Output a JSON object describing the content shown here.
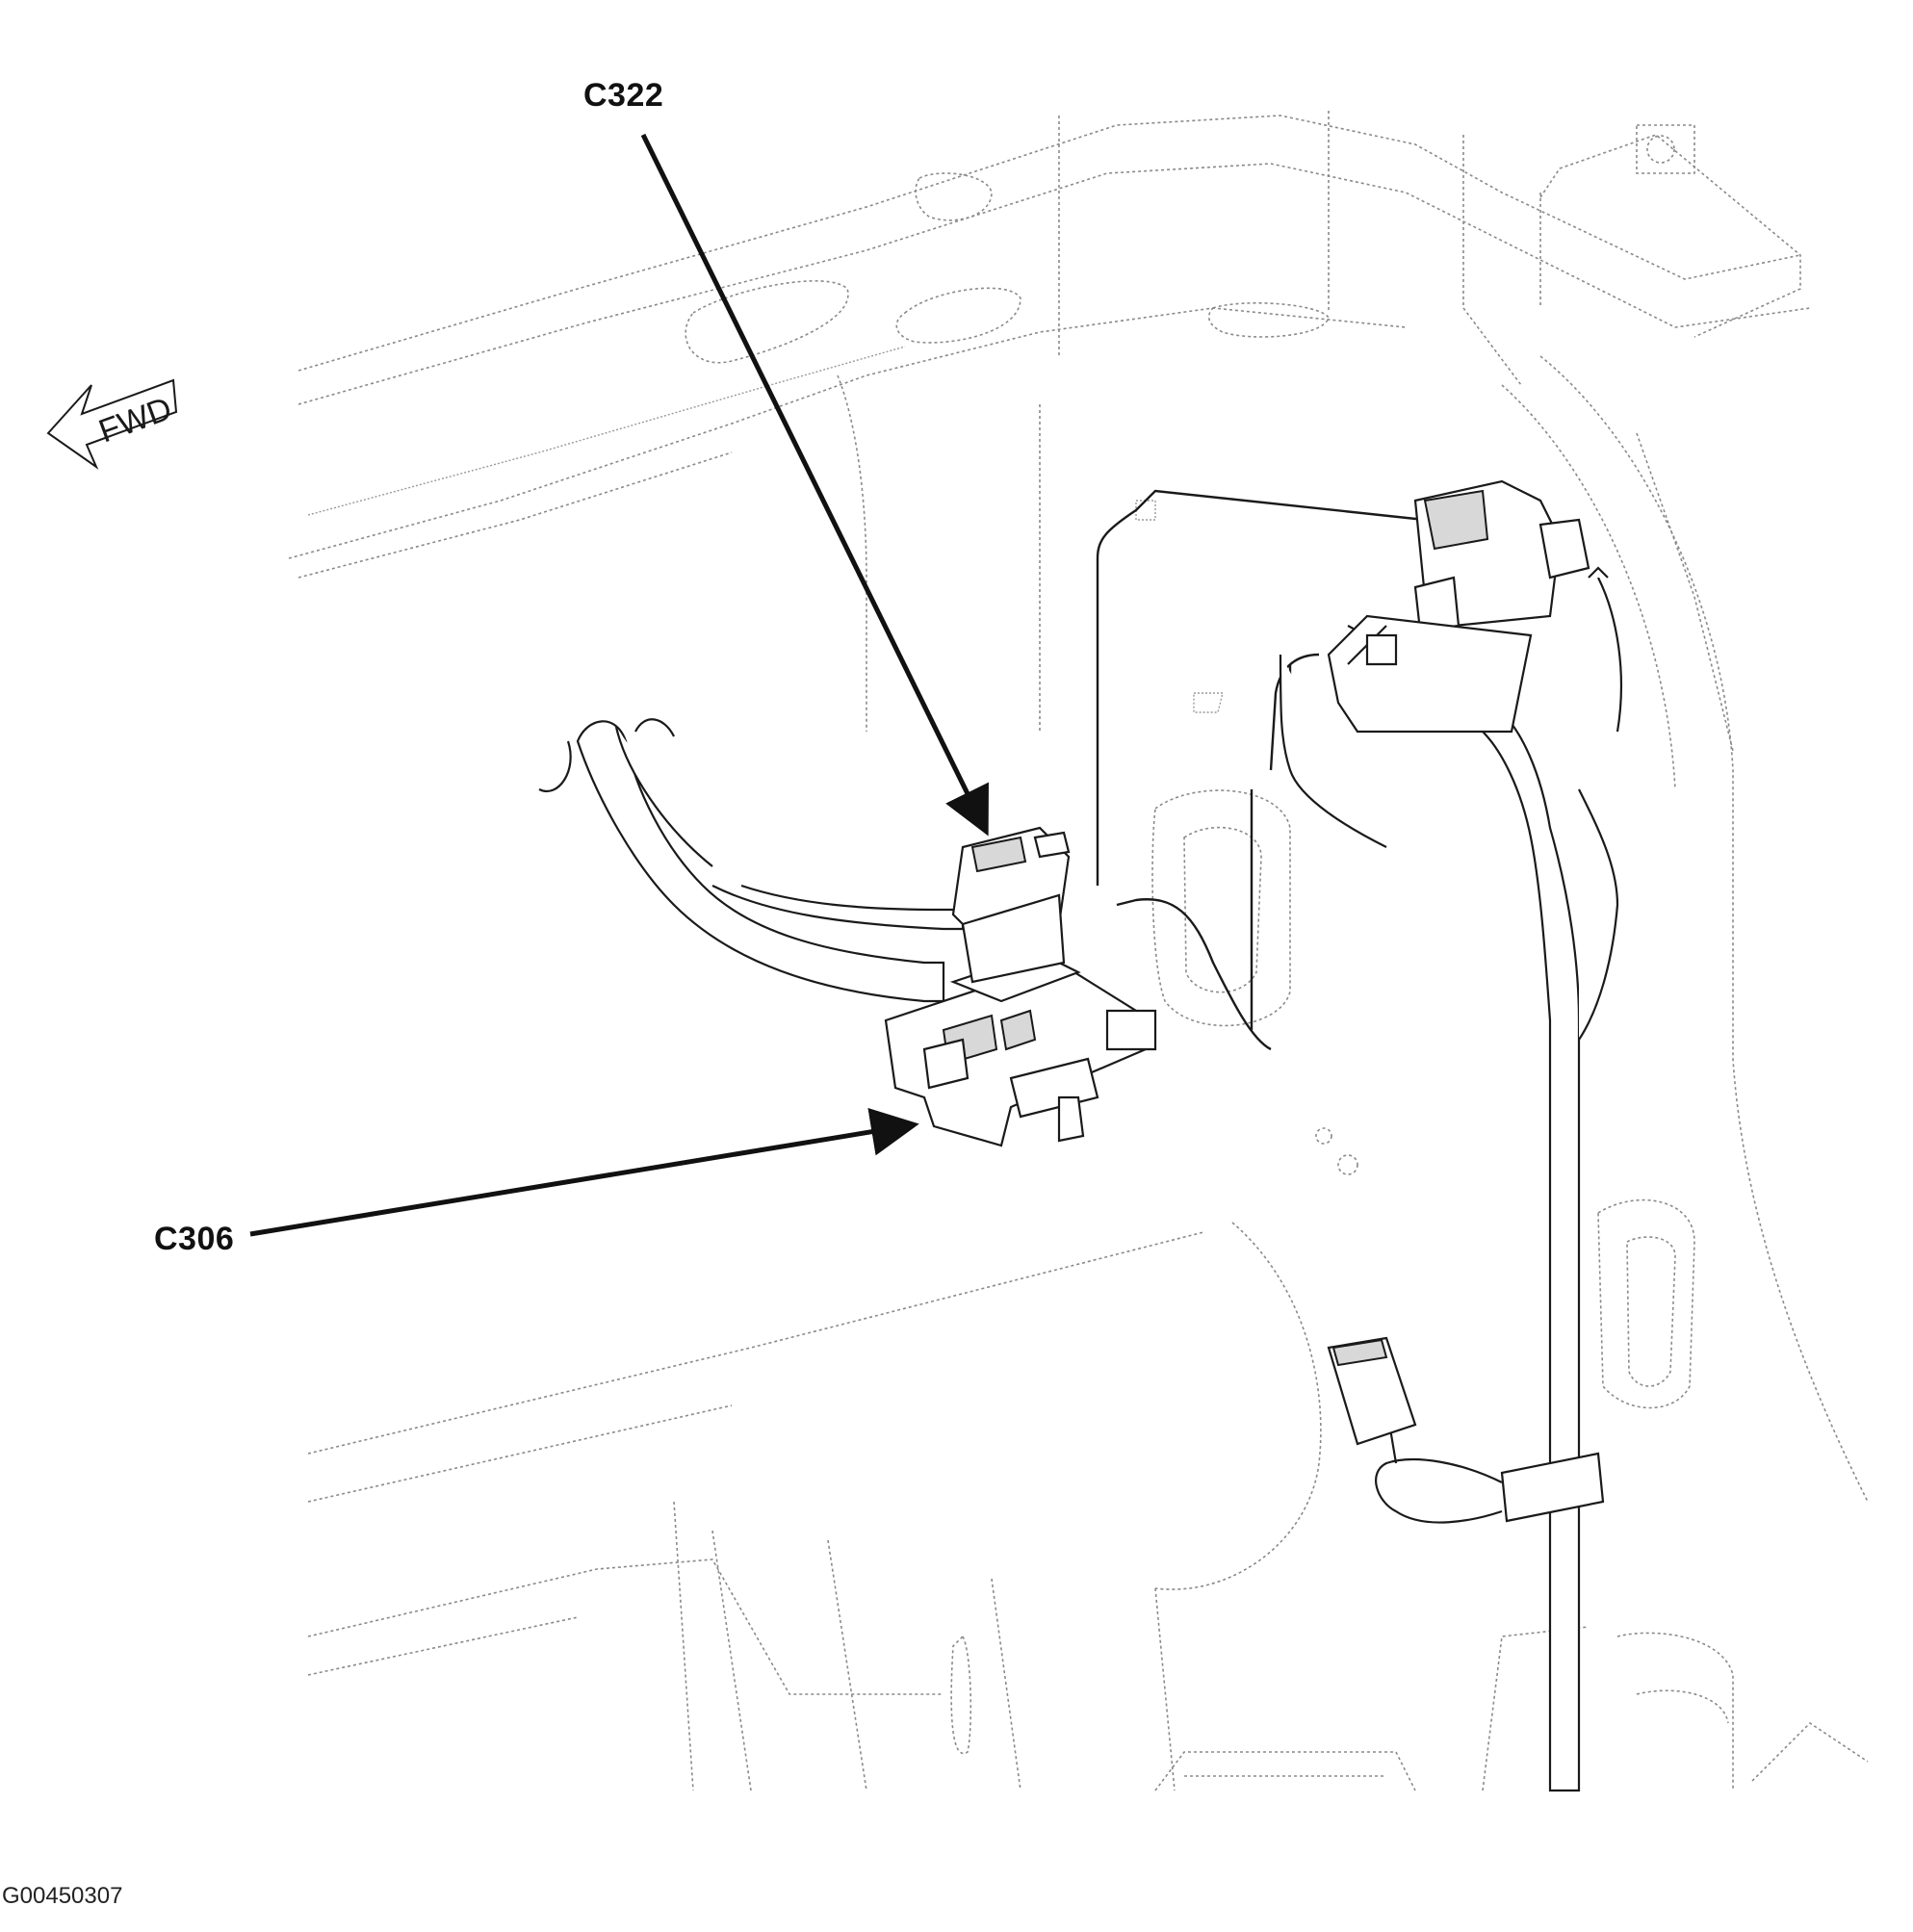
{
  "diagram": {
    "callouts": {
      "c322": "C322",
      "c306": "C306"
    },
    "forward_label": "FWD",
    "figure_id": "G00450307"
  },
  "colors": {
    "background": "#ffffff",
    "line": "#1a1a1a",
    "body_line": "#8a8a8a"
  }
}
